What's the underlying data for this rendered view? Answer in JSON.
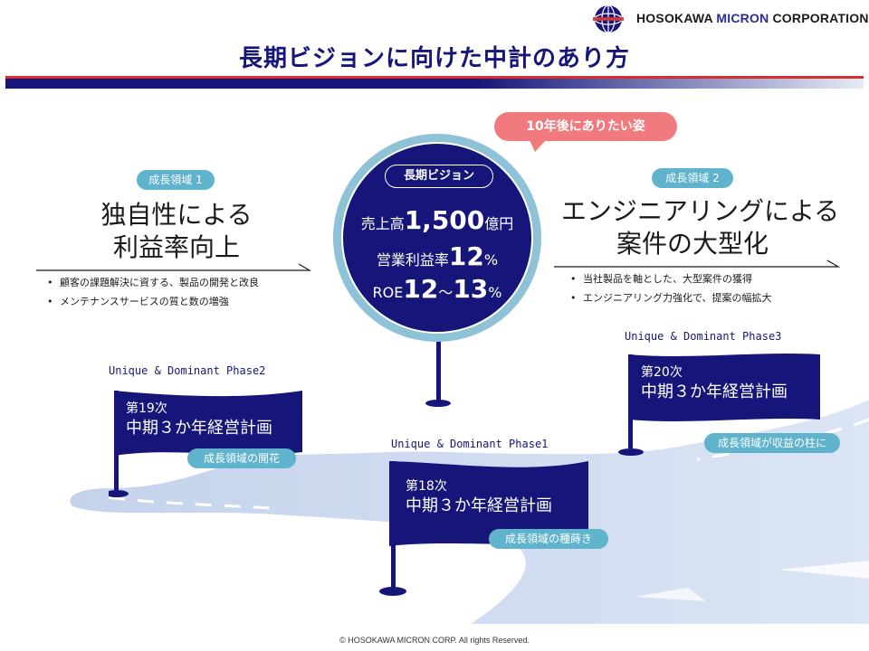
{
  "header": {
    "company_part1": "HOSOKAWA ",
    "company_part2": "MICRON",
    "company_part3": " CORPORATION"
  },
  "title": "長期ビジョンに向けた中計のあり方",
  "vision": {
    "bubble": "10年後にありたい姿",
    "label": "長期ビジョン",
    "sales_prefix": "売上高",
    "sales_value": "1,500",
    "sales_unit": "億円",
    "margin_prefix": "営業利益率",
    "margin_value": "12",
    "margin_unit": "%",
    "roe_prefix": "ROE",
    "roe_value1": "12",
    "roe_tilde": "～",
    "roe_value2": "13",
    "roe_unit": "%"
  },
  "growth1": {
    "tag": "成長領域 1",
    "heading_line1": "独自性による",
    "heading_line2": "利益率向上",
    "bullets": [
      "顧客の課題解決に資する、製品の開発と改良",
      "メンテナンスサービスの質と数の増強"
    ]
  },
  "growth2": {
    "tag": "成長領域 2",
    "heading_line1": "エンジニアリングによる",
    "heading_line2": "案件の大型化",
    "bullets": [
      "当社製品を軸とした、大型案件の獲得",
      "エンジニアリング力強化で、提案の幅拡大"
    ]
  },
  "phases": [
    {
      "label": "Unique & Dominant Phase1",
      "gen": "第18次",
      "plan": "中期３か年経営計画",
      "tag": "成長領域の種蒔き"
    },
    {
      "label": "Unique & Dominant Phase2",
      "gen": "第19次",
      "plan": "中期３か年経営計画",
      "tag": "成長領域の開花"
    },
    {
      "label": "Unique & Dominant Phase3",
      "gen": "第20次",
      "plan": "中期３か年経営計画",
      "tag": "成長領域が収益の柱に"
    }
  ],
  "footer": "© HOSOKAWA MICRON CORP.    All rights Reserved.",
  "colors": {
    "navy": "#16167a",
    "light_blue": "#8ec2d7",
    "teal": "#5fb3cc",
    "salmon": "#f17a7e",
    "red": "#d32f2f"
  }
}
